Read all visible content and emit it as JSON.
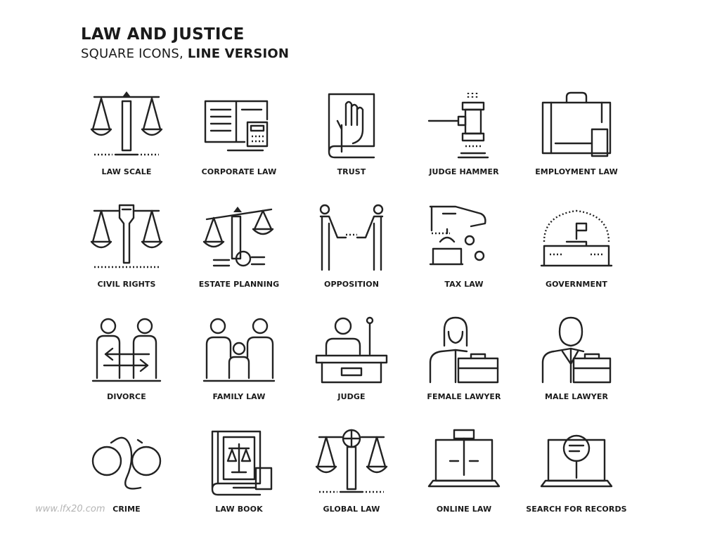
{
  "header": {
    "title": "LAW AND JUSTICE",
    "subtitle_regular": "SQUARE ICONS, ",
    "subtitle_bold": "LINE VERSION"
  },
  "icons": [
    {
      "label": "LAW SCALE",
      "icon": "law-scale-icon"
    },
    {
      "label": "CORPORATE LAW",
      "icon": "corporate-law-icon"
    },
    {
      "label": "TRUST",
      "icon": "trust-icon"
    },
    {
      "label": "JUDGE HAMMER",
      "icon": "judge-hammer-icon"
    },
    {
      "label": "EMPLOYMENT LAW",
      "icon": "employment-law-icon"
    },
    {
      "label": "CIVIL RIGHTS",
      "icon": "civil-rights-icon"
    },
    {
      "label": "ESTATE PLANNING",
      "icon": "estate-planning-icon"
    },
    {
      "label": "OPPOSITION",
      "icon": "opposition-icon"
    },
    {
      "label": "TAX LAW",
      "icon": "tax-law-icon"
    },
    {
      "label": "GOVERNMENT",
      "icon": "government-icon"
    },
    {
      "label": "DIVORCE",
      "icon": "divorce-icon"
    },
    {
      "label": "FAMILY LAW",
      "icon": "family-law-icon"
    },
    {
      "label": "JUDGE",
      "icon": "judge-icon"
    },
    {
      "label": "FEMALE LAWYER",
      "icon": "female-lawyer-icon"
    },
    {
      "label": "MALE LAWYER",
      "icon": "male-lawyer-icon"
    },
    {
      "label": "CRIME",
      "icon": "crime-icon"
    },
    {
      "label": "LAW BOOK",
      "icon": "law-book-icon"
    },
    {
      "label": "GLOBAL LAW",
      "icon": "global-law-icon"
    },
    {
      "label": "ONLINE LAW",
      "icon": "online-law-icon"
    },
    {
      "label": "SEARCH FOR RECORDS",
      "icon": "search-for-records-icon"
    }
  ],
  "watermark": "www.lfx20.com",
  "colors": {
    "stroke": "#222222",
    "background": "#ffffff",
    "watermark": "#b5b5b5"
  }
}
